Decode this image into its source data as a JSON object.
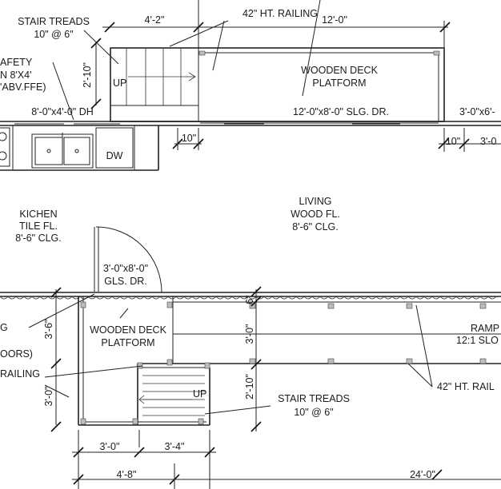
{
  "upper_deck": {
    "stair_label": "STAIR TREADS",
    "stair_spec": "10\" @ 6\"",
    "railing_label": "42\" HT. RAILING",
    "deck_label": "WOODEN DECK",
    "deck_label2": "PLATFORM",
    "up_label": "UP",
    "door_sliding": "12'-0\"x8'-0\" SLG. DR.",
    "door_right": "3'-0\"x6'-",
    "window_left": "8'-0\"x4'-0\" DH",
    "safety_line1": "AFETY",
    "safety_line2": "N 8'X4'",
    "safety_line3": "'ABV.FFE)",
    "dim_top_left": "4'-2\"",
    "dim_top_right": "12'-0\"",
    "dim_stair_depth": "2'-10\"",
    "dim_wall_left": "10\"",
    "dim_wall_right": "10\"",
    "dim_right_partial": "3'-0"
  },
  "interior": {
    "dishwasher": "DW",
    "kitchen_line1": "KICHEN",
    "kitchen_line2": "TILE FL.",
    "kitchen_line3": "8'-6\" CLG.",
    "living_line1": "LIVING",
    "living_line2": "WOOD FL.",
    "living_line3": "8'-6\" CLG.",
    "glass_door_line1": "3'-0\"x8'-0\"",
    "glass_door_line2": "GLS. DR."
  },
  "lower_deck": {
    "deck_label": "WOODEN DECK",
    "deck_label2": "PLATFORM",
    "ramp_line1": "RAMP",
    "ramp_line2": "12:1 SLO",
    "stair_label": "STAIR TREADS",
    "stair_spec": "10\" @ 6\"",
    "railing_label": "42\" HT. RAIL",
    "up_label": "UP",
    "left_frag1": "G",
    "left_frag2": "OORS)",
    "left_frag3": "RAILING",
    "dim_wall": "6\"",
    "dim_deck_depth": "3'-6\"",
    "dim_stair_left": "3'-0\"",
    "dim_ramp_width": "3'-0\"",
    "dim_stair_run": "2'-10\"",
    "dim_bottom_a": "3'-0\"",
    "dim_bottom_b": "3'-4\"",
    "dim_bottom_total": "4'-8\"",
    "dim_bottom_right": "24'-0\""
  }
}
